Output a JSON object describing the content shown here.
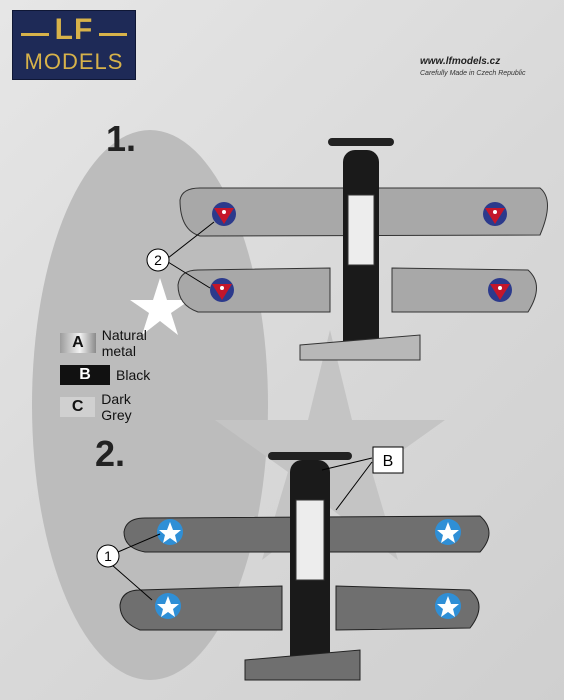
{
  "brand": {
    "logo_initials": "LF",
    "logo_name": "MODELS",
    "website": "www.lfmodels.cz",
    "tagline": "Carefully Made in Czech Republic"
  },
  "profiles": [
    {
      "number": "1.",
      "callout": "2"
    },
    {
      "number": "2.",
      "callout": "1",
      "callout_b": "B"
    }
  ],
  "legend": [
    {
      "code": "A",
      "name": "Natural metal"
    },
    {
      "code": "B",
      "name": "Black"
    },
    {
      "code": "C",
      "name": "Dark Grey"
    }
  ],
  "colors": {
    "natural_metal": "#bdbdbd",
    "black": "#111111",
    "dark_grey": "#707070",
    "roundel_blue": "#2c3a8c",
    "roundel_red": "#c4162a",
    "usn_blue": "#2f8fd6"
  }
}
